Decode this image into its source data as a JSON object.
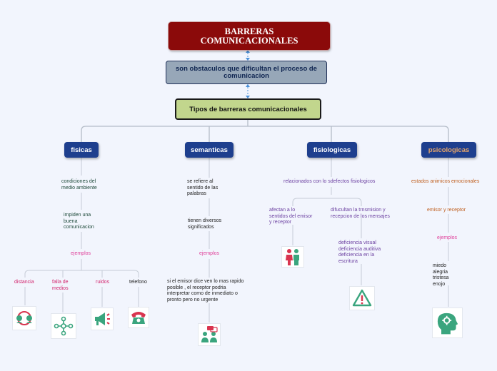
{
  "title": "BARRERAS\nCOMUNICACIONALES",
  "definition": "son obstaculos que dificultan el proceso de comunicacion",
  "types_title": "Tipos de barreras comunicacionales",
  "categories": {
    "fisicas": {
      "label": "fisicas",
      "desc": "condiciones del\nmedio ambiente",
      "effect": "impiden una\nbuena\ncomunicacion",
      "examples_label": "ejemplos",
      "examples": [
        "distancia",
        "falla de\nmedios",
        "ruidos",
        "telefono"
      ]
    },
    "semanticas": {
      "label": "semanticas",
      "desc": "se refiere al\nsentido de las\npalabras",
      "desc2": "tienen diversos\nsignificados",
      "examples_label": "ejemplos",
      "example": "si el emisor dice ven lo mas rapido\nposible , el receptor podria\ninterpretar como de inmediato o\npronto pero no urgente"
    },
    "fisiologicas": {
      "label": "fisiologicas",
      "desc": "relacionados con lo sdefectos fisiologicos",
      "left": "afectan a lo\nsentidos del emisor\ny receptor",
      "right": "difucultan la trnsmision y\nrecepcion de los mensajes",
      "deficiencies": "deficiencia visual\ndeficiencia auditiva\ndeficiencia en la\nescritura"
    },
    "psicologicas": {
      "label": "psicologicas",
      "desc": "estados animicos emocionales",
      "roles": "emisor y receptor",
      "examples_label": "ejemplos",
      "emotions": "miedo\nalegria\ntristesa\nenojo"
    }
  },
  "colors": {
    "title_bg": "#8b0a0a",
    "definition_bg": "#97a7b8",
    "types_bg": "#c2d68d",
    "category_bg": "#1e3f8e",
    "psicologicas_text": "#e3a46a",
    "icon_green": "#3aa57e",
    "icon_red": "#d9344f"
  },
  "icons": [
    "distance-icon",
    "network-icon",
    "megaphone-icon",
    "telephone-icon",
    "conversation-icon",
    "people-icon",
    "warning-icon",
    "head-mind-icon"
  ]
}
